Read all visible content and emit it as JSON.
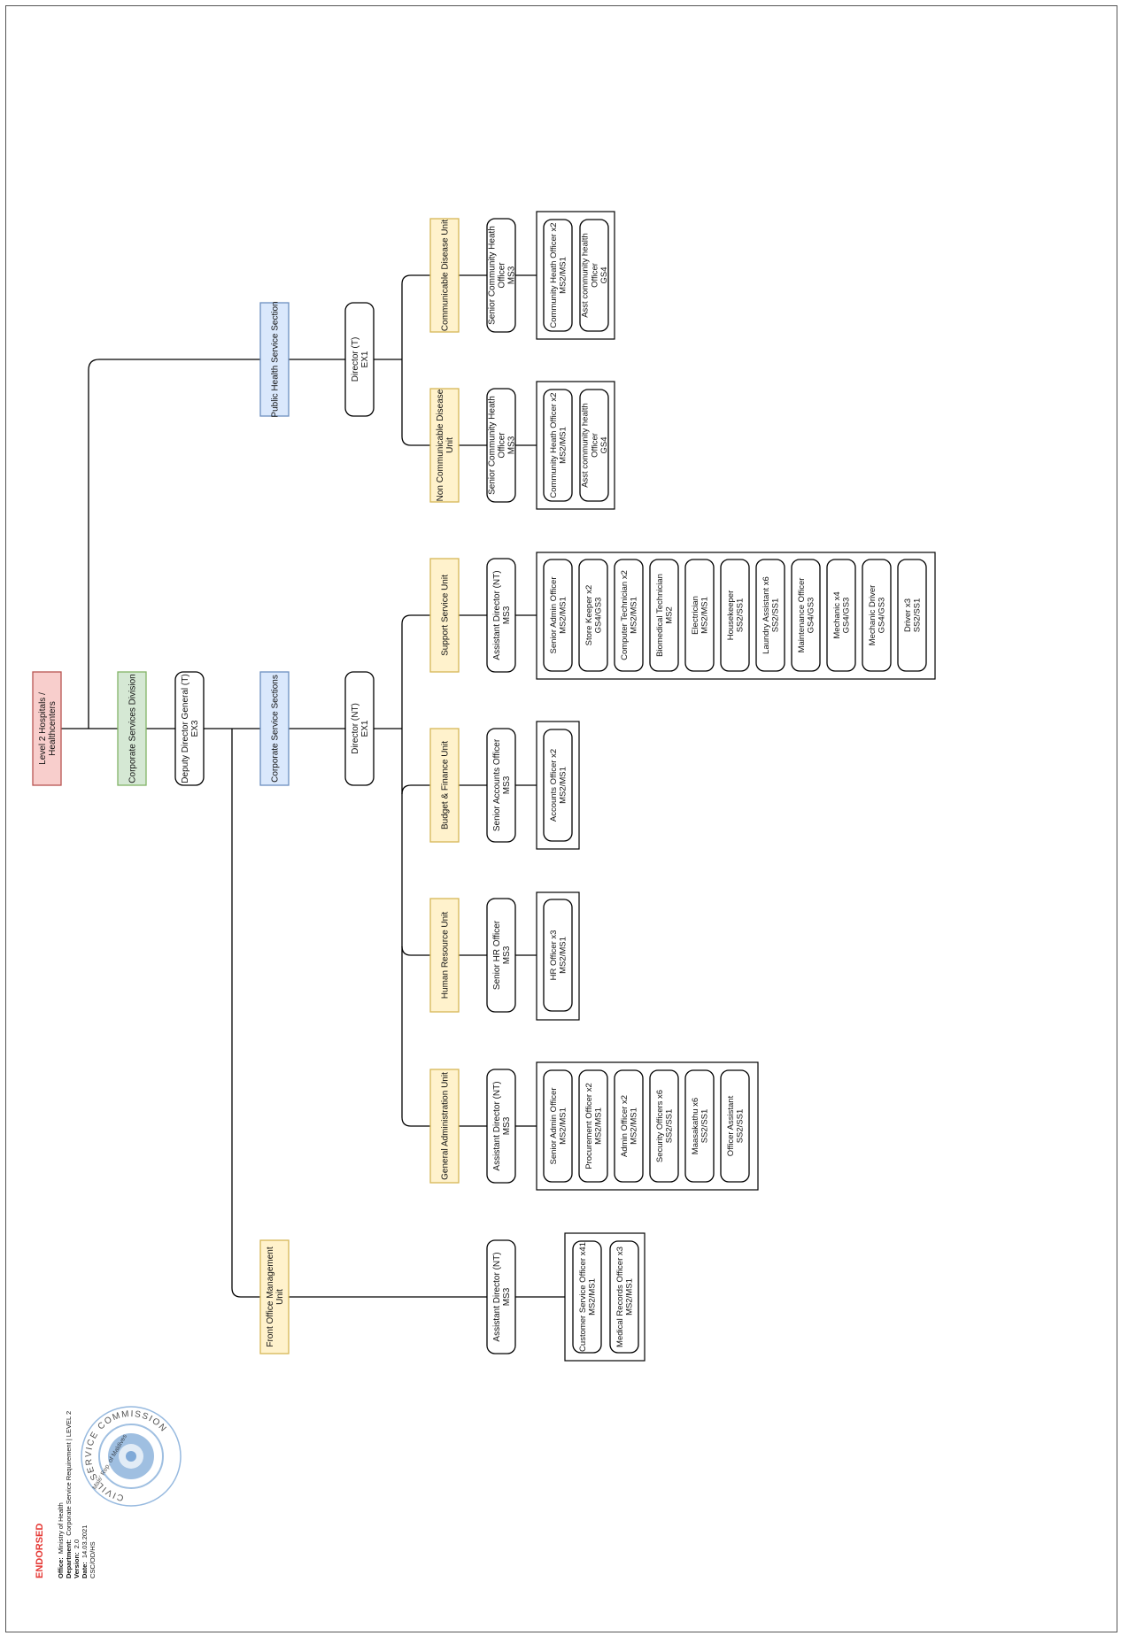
{
  "footer": {
    "endorsed": "ENDORSED",
    "office_label": "Office:",
    "office_value": "Ministry of Health",
    "department_label": "Department:",
    "department_value": "Corporate Service Requirement | LEVEL 2",
    "version_label": "Version:",
    "version_value": "2.0",
    "date_label": "Date:",
    "date_value": "14.03.2021",
    "ref": "CSC/OD/HS",
    "seal_text": "CIVIL SERVICE COMMISSION",
    "seal_subtext": "Male' Rep. of Maldives"
  },
  "colors": {
    "red_fill": "#f8cecc",
    "red_stroke": "#b85450",
    "green_fill": "#d5e8d4",
    "green_stroke": "#82b366",
    "blue_fill": "#dae8fc",
    "blue_stroke": "#6c8ebf",
    "yellow_fill": "#fff2cc",
    "yellow_stroke": "#d6b656",
    "plain_fill": "#ffffff",
    "plain_stroke": "#000000",
    "seal": "#3f7fc4"
  },
  "nodes": {
    "root": [
      "Level 2 Hospitals /",
      "Healthcenters"
    ],
    "csd": [
      "Corporate Services Division"
    ],
    "ddg": [
      "Deputy Director General (T)",
      "EX3"
    ],
    "css": [
      "Corporate Service Sections"
    ],
    "dir_nt": [
      "Director (NT)",
      "EX1"
    ],
    "phs": [
      "Public Health Service Section"
    ],
    "dir_t": [
      "Director (T)",
      "EX1"
    ],
    "fom": [
      "Front Office Management",
      "Unit"
    ],
    "fom_ad": [
      "Assistant Director (NT)",
      "MS3"
    ],
    "fom_s1": [
      "Customer Service Officer x41",
      "MS2/MS1"
    ],
    "fom_s2": [
      "Medical Records Officer x3",
      "MS2/MS1"
    ],
    "ga": [
      "General Administration Unit"
    ],
    "ga_ad": [
      "Assistant Director (NT)",
      "MS3"
    ],
    "ga_s1": [
      "Senior Admin Officer",
      "MS2/MS1"
    ],
    "ga_s2": [
      "Procurement Officer x2",
      "MS2/MS1"
    ],
    "ga_s3": [
      "Admin Officer x2",
      "MS2/MS1"
    ],
    "ga_s4": [
      "Security Officers x6",
      "SS2/SS1"
    ],
    "ga_s5": [
      "Maasakathu x6",
      "SS2/SS1"
    ],
    "ga_s6": [
      "Officer Assistant",
      "SS2/SS1"
    ],
    "hr": [
      "Human Resource Unit"
    ],
    "hr_so": [
      "Senior HR Officer",
      "MS3"
    ],
    "hr_s1": [
      "HR Officer x3",
      "MS2/MS1"
    ],
    "bf": [
      "Budget & Finance Unit"
    ],
    "bf_so": [
      "Senior Accounts Officer",
      "MS3"
    ],
    "bf_s1": [
      "Accounts Officer x2",
      "MS2/MS1"
    ],
    "ss": [
      "Support Service Unit"
    ],
    "ss_ad": [
      "Assistant Director (NT)",
      "MS3"
    ],
    "ss_s1": [
      "Senior Admin Officer",
      "MS2/MS1"
    ],
    "ss_s2": [
      "Store Keeper x2",
      "GS4/GS3"
    ],
    "ss_s3": [
      "Computer Technician x2",
      "MS2/MS1"
    ],
    "ss_s4": [
      "Biomedical Technician",
      "MS2"
    ],
    "ss_s5": [
      "Electrician",
      "MS2/MS1"
    ],
    "ss_s6": [
      "Housekeeper",
      "SS2/SS1"
    ],
    "ss_s7": [
      "Laundry Assistant x6",
      "SS2/SS1"
    ],
    "ss_s8": [
      "Maintenance Officer",
      "GS4/GS3"
    ],
    "ss_s9": [
      "Mechanic x4",
      "GS4/GS3"
    ],
    "ss_s10": [
      "Mechanic Driver",
      "GS4/GS3"
    ],
    "ss_s11": [
      "Driver x3",
      "SS2/SS1"
    ],
    "ncd": [
      "Non Communicable Disease",
      "Unit"
    ],
    "ncd_so": [
      "Senior Community Heath",
      "Officer",
      "MS3"
    ],
    "ncd_s1": [
      "Community Heath Officer x2",
      "MS2/MS1"
    ],
    "ncd_s2": [
      "Asst community health",
      "Officer",
      "GS4"
    ],
    "cd": [
      "Communicable Disease Unit"
    ],
    "cd_so": [
      "Senior Community Heath",
      "Officer",
      "MS3"
    ],
    "cd_s1": [
      "Community Heath Officer x2",
      "MS2/MS1"
    ],
    "cd_s2": [
      "Asst community health",
      "Officer",
      "GS4"
    ]
  }
}
